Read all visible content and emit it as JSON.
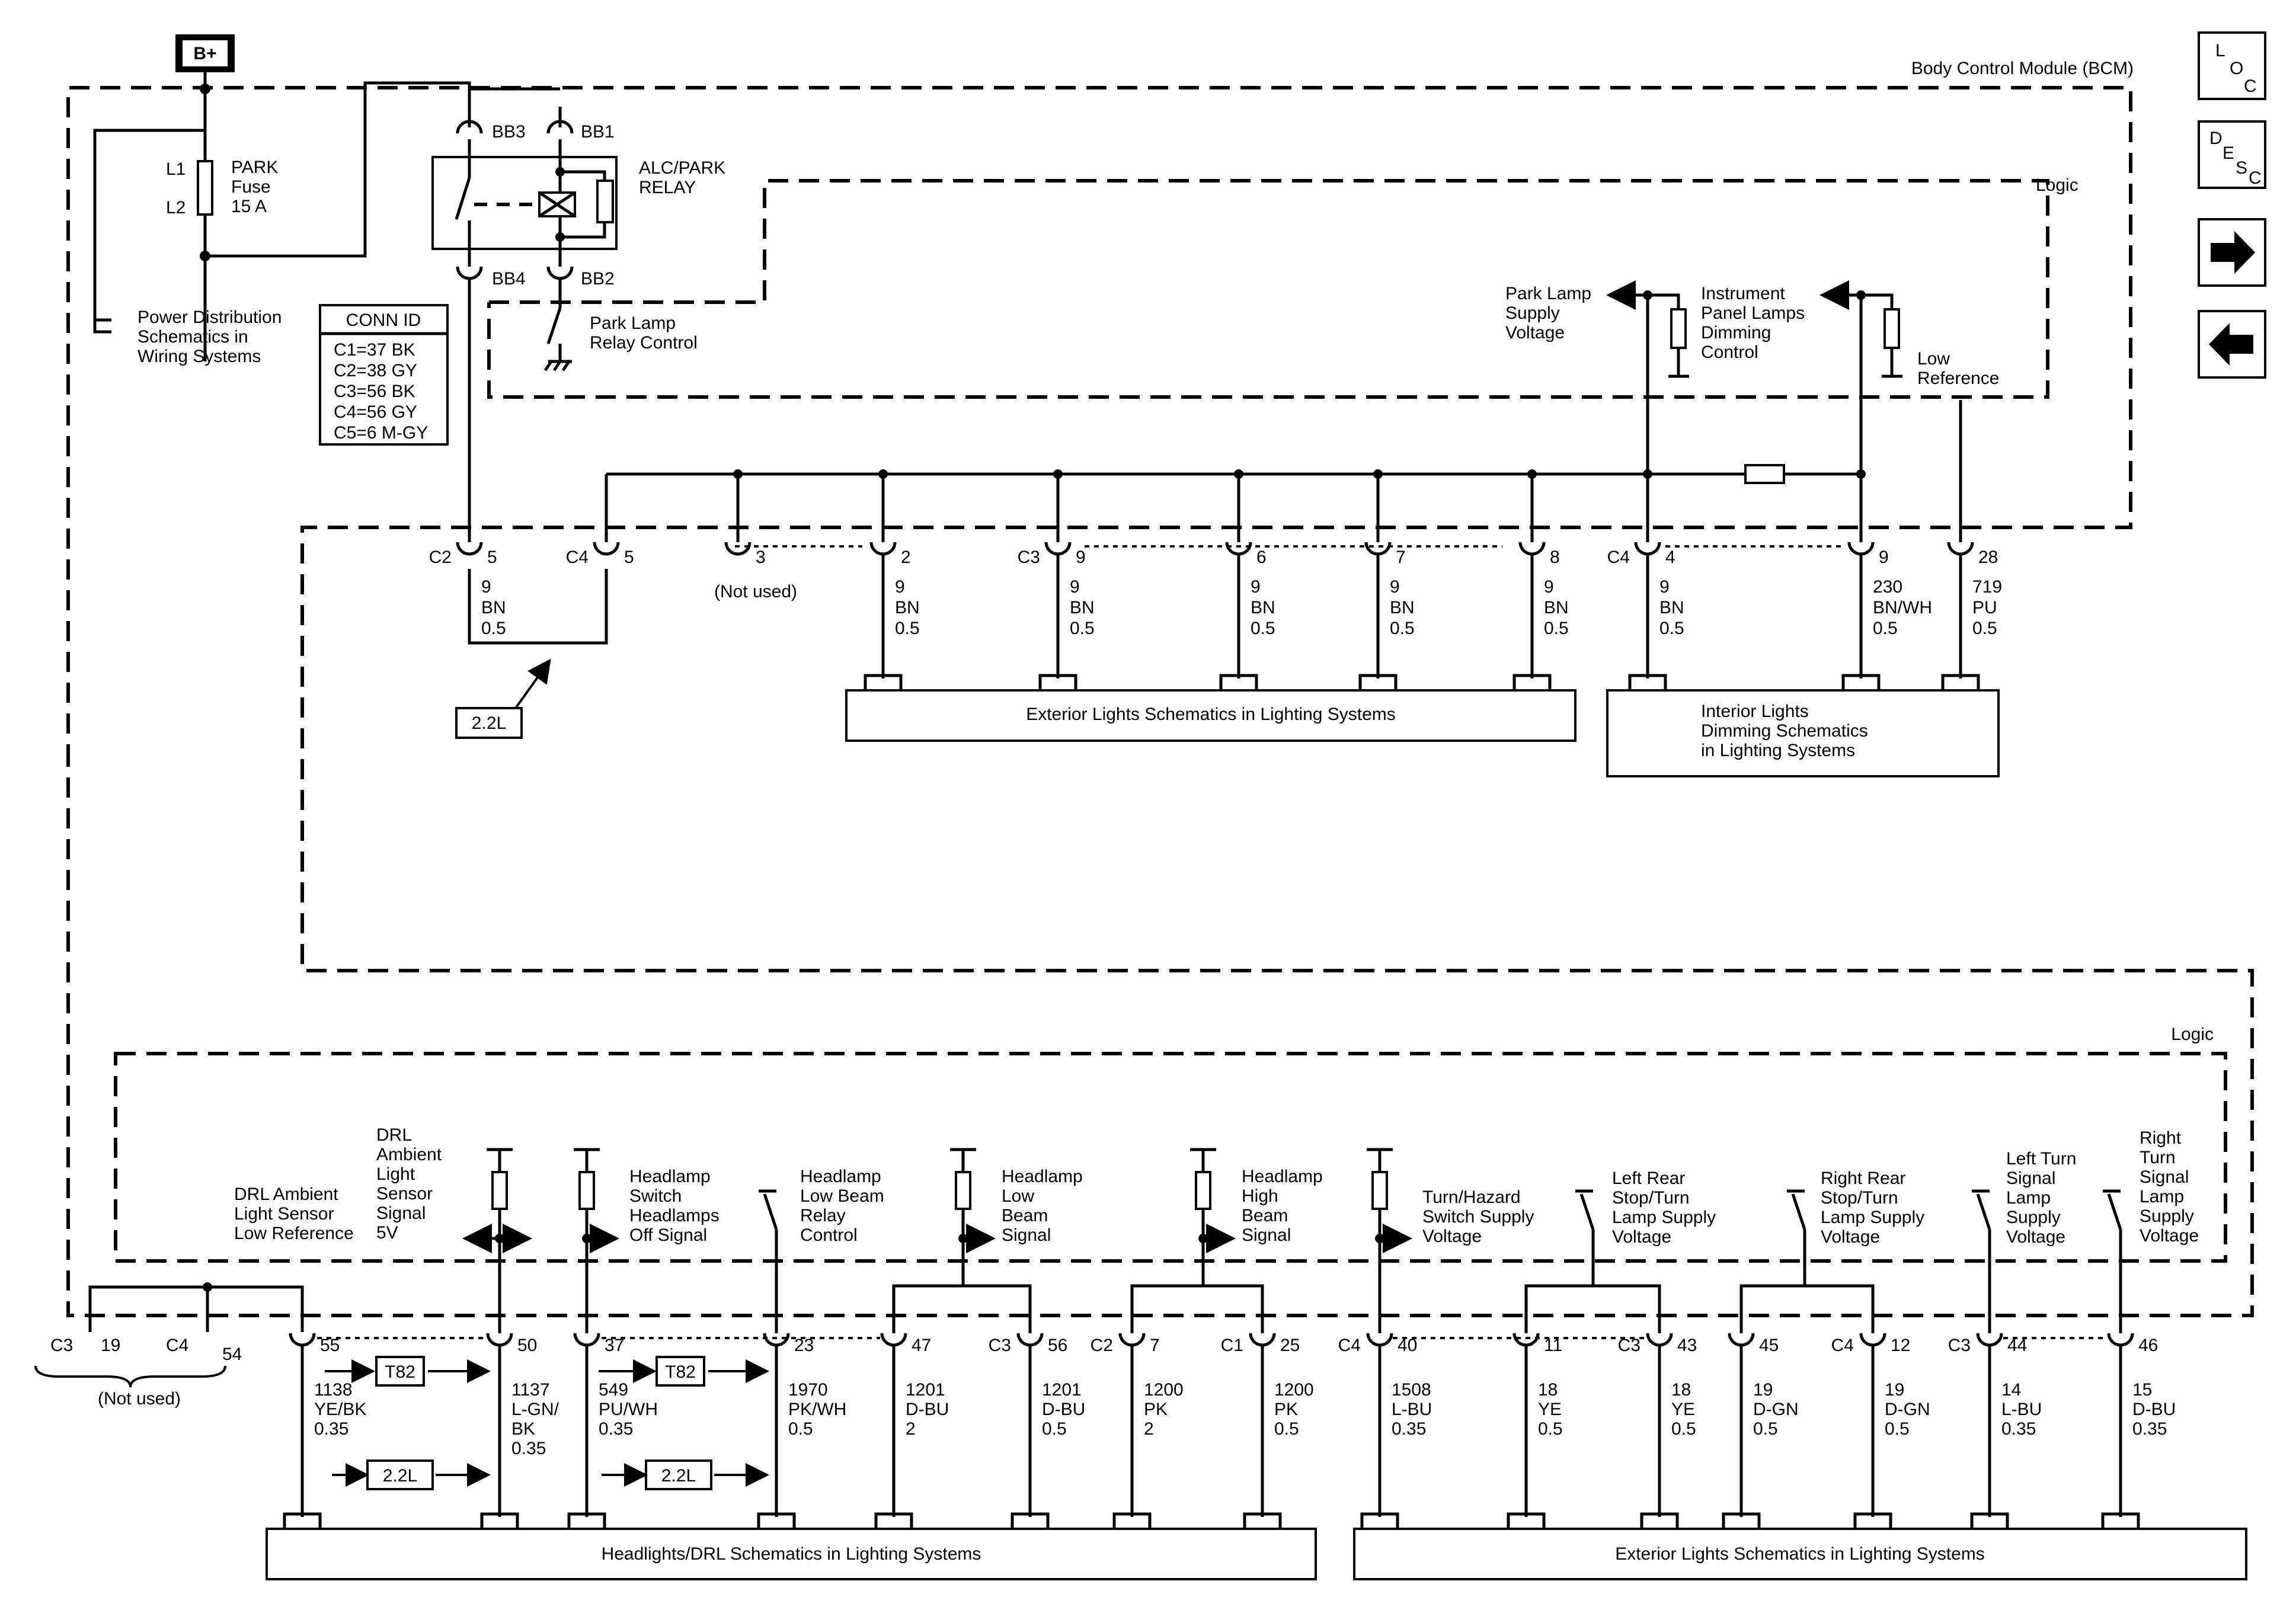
{
  "power": {
    "bplus": "B+",
    "fuse_name": "PARK",
    "fuse_word": "Fuse",
    "fuse_rating": "15 A",
    "l1": "L1",
    "l2": "L2"
  },
  "module": {
    "name": "Body Control Module (BCM)",
    "logic_upper": "Logic",
    "logic_lower": "Logic"
  },
  "power_dist": [
    "Power Distribution",
    "Schematics in",
    "Wiring Systems"
  ],
  "relay": {
    "name": [
      "ALC/PARK",
      "RELAY"
    ],
    "pins": [
      "BB3",
      "BB1",
      "BB4",
      "BB2"
    ],
    "control": [
      "Park Lamp",
      "Relay Control"
    ]
  },
  "conn_id": {
    "title": "CONN ID",
    "rows": [
      "C1=37 BK",
      "C2=38 GY",
      "C3=56 BK",
      "C4=56 GY",
      "C5=6 M-GY"
    ]
  },
  "upper_signals": {
    "park_supply": [
      "Park Lamp",
      "Supply",
      "Voltage"
    ],
    "ip_dimming": [
      "Instrument",
      "Panel Lamps",
      "Dimming",
      "Control"
    ],
    "low_ref": [
      "Low",
      "Reference"
    ]
  },
  "upper_pins": [
    {
      "conn": "C2",
      "pin": "5",
      "wire": [
        "9",
        "BN",
        "0.5"
      ]
    },
    {
      "conn": "C4",
      "pin": "5",
      "wire": []
    },
    {
      "conn": "",
      "pin": "3",
      "wire": [
        "(Not used)"
      ]
    },
    {
      "conn": "",
      "pin": "2",
      "wire": [
        "9",
        "BN",
        "0.5"
      ]
    },
    {
      "conn": "C3",
      "pin": "9",
      "wire": [
        "9",
        "BN",
        "0.5"
      ]
    },
    {
      "conn": "",
      "pin": "6",
      "wire": [
        "9",
        "BN",
        "0.5"
      ]
    },
    {
      "conn": "",
      "pin": "7",
      "wire": [
        "9",
        "BN",
        "0.5"
      ]
    },
    {
      "conn": "",
      "pin": "8",
      "wire": [
        "9",
        "BN",
        "0.5"
      ]
    },
    {
      "conn": "C4",
      "pin": "4",
      "wire": [
        "9",
        "BN",
        "0.5"
      ]
    },
    {
      "conn": "",
      "pin": "9",
      "wire": [
        "230",
        "BN/WH",
        "0.5"
      ]
    },
    {
      "conn": "",
      "pin": "28",
      "wire": [
        "719",
        "PU",
        "0.5"
      ]
    }
  ],
  "tag_22l": "2.2L",
  "tag_t82": "T82",
  "ext_lights_upper": "Exterior Lights Schematics in Lighting Systems",
  "interior_dimming": [
    "Interior Lights",
    "Dimming Schematics",
    "in Lighting Systems"
  ],
  "lower_signals": {
    "drl_low_ref": [
      "DRL Ambient",
      "Light Sensor",
      "Low Reference"
    ],
    "drl_signal": [
      "DRL",
      "Ambient",
      "Light",
      "Sensor",
      "Signal",
      "5V"
    ],
    "hl_switch": [
      "Headlamp",
      "Switch",
      "Headlamps",
      "Off Signal"
    ],
    "hl_low_relay": [
      "Headlamp",
      "Low Beam",
      "Relay",
      "Control"
    ],
    "hl_low_beam": [
      "Headlamp",
      "Low",
      "Beam",
      "Signal"
    ],
    "hl_high_beam": [
      "Headlamp",
      "High",
      "Beam",
      "Signal"
    ],
    "turn_hazard": [
      "Turn/Hazard",
      "Switch Supply",
      "Voltage"
    ],
    "left_rear": [
      "Left Rear",
      "Stop/Turn",
      "Lamp Supply",
      "Voltage"
    ],
    "right_rear": [
      "Right Rear",
      "Stop/Turn",
      "Lamp Supply",
      "Voltage"
    ],
    "left_turn": [
      "Left Turn",
      "Signal",
      "Lamp",
      "Supply",
      "Voltage"
    ],
    "right_turn": [
      "Right",
      "Turn",
      "Signal",
      "Lamp",
      "Supply",
      "Voltage"
    ]
  },
  "lower_not_used": {
    "c3": "C3",
    "pin19": "19",
    "c4": "C4",
    "pin54": "54",
    "label": "(Not used)"
  },
  "lower_pins": [
    {
      "conn": "",
      "pin": "55",
      "wire": [
        "1138",
        "YE/BK",
        "0.35"
      ]
    },
    {
      "conn": "",
      "pin": "50",
      "wire": [
        "1137",
        "L-GN/",
        "BK",
        "0.35"
      ]
    },
    {
      "conn": "",
      "pin": "37",
      "wire": [
        "549",
        "PU/WH",
        "0.35"
      ]
    },
    {
      "conn": "",
      "pin": "23",
      "wire": [
        "1970",
        "PK/WH",
        "0.5"
      ]
    },
    {
      "conn": "",
      "pin": "47",
      "wire": [
        "1201",
        "D-BU",
        "2"
      ]
    },
    {
      "conn": "C3",
      "pin": "56",
      "wire": [
        "1201",
        "D-BU",
        "0.5"
      ]
    },
    {
      "conn": "C2",
      "pin": "7",
      "wire": [
        "1200",
        "PK",
        "2"
      ]
    },
    {
      "conn": "C1",
      "pin": "25",
      "wire": [
        "1200",
        "PK",
        "0.5"
      ]
    },
    {
      "conn": "C4",
      "pin": "40",
      "wire": [
        "1508",
        "L-BU",
        "0.35"
      ]
    },
    {
      "conn": "",
      "pin": "11",
      "wire": [
        "18",
        "YE",
        "0.5"
      ]
    },
    {
      "conn": "C3",
      "pin": "43",
      "wire": [
        "18",
        "YE",
        "0.5"
      ]
    },
    {
      "conn": "",
      "pin": "45",
      "wire": [
        "19",
        "D-GN",
        "0.5"
      ]
    },
    {
      "conn": "C4",
      "pin": "12",
      "wire": [
        "19",
        "D-GN",
        "0.5"
      ]
    },
    {
      "conn": "C3",
      "pin": "44",
      "wire": [
        "14",
        "L-BU",
        "0.35"
      ]
    },
    {
      "conn": "",
      "pin": "46",
      "wire": [
        "15",
        "D-BU",
        "0.35"
      ]
    }
  ],
  "headlights_drl": "Headlights/DRL Schematics in Lighting Systems",
  "ext_lights_lower": "Exterior Lights Schematics in Lighting Systems",
  "nav": {
    "loc": [
      "L",
      "O",
      "C"
    ],
    "desc": [
      "D",
      "E",
      "S",
      "C"
    ],
    "next": "next-arrow-icon",
    "prev": "prev-arrow-icon"
  }
}
